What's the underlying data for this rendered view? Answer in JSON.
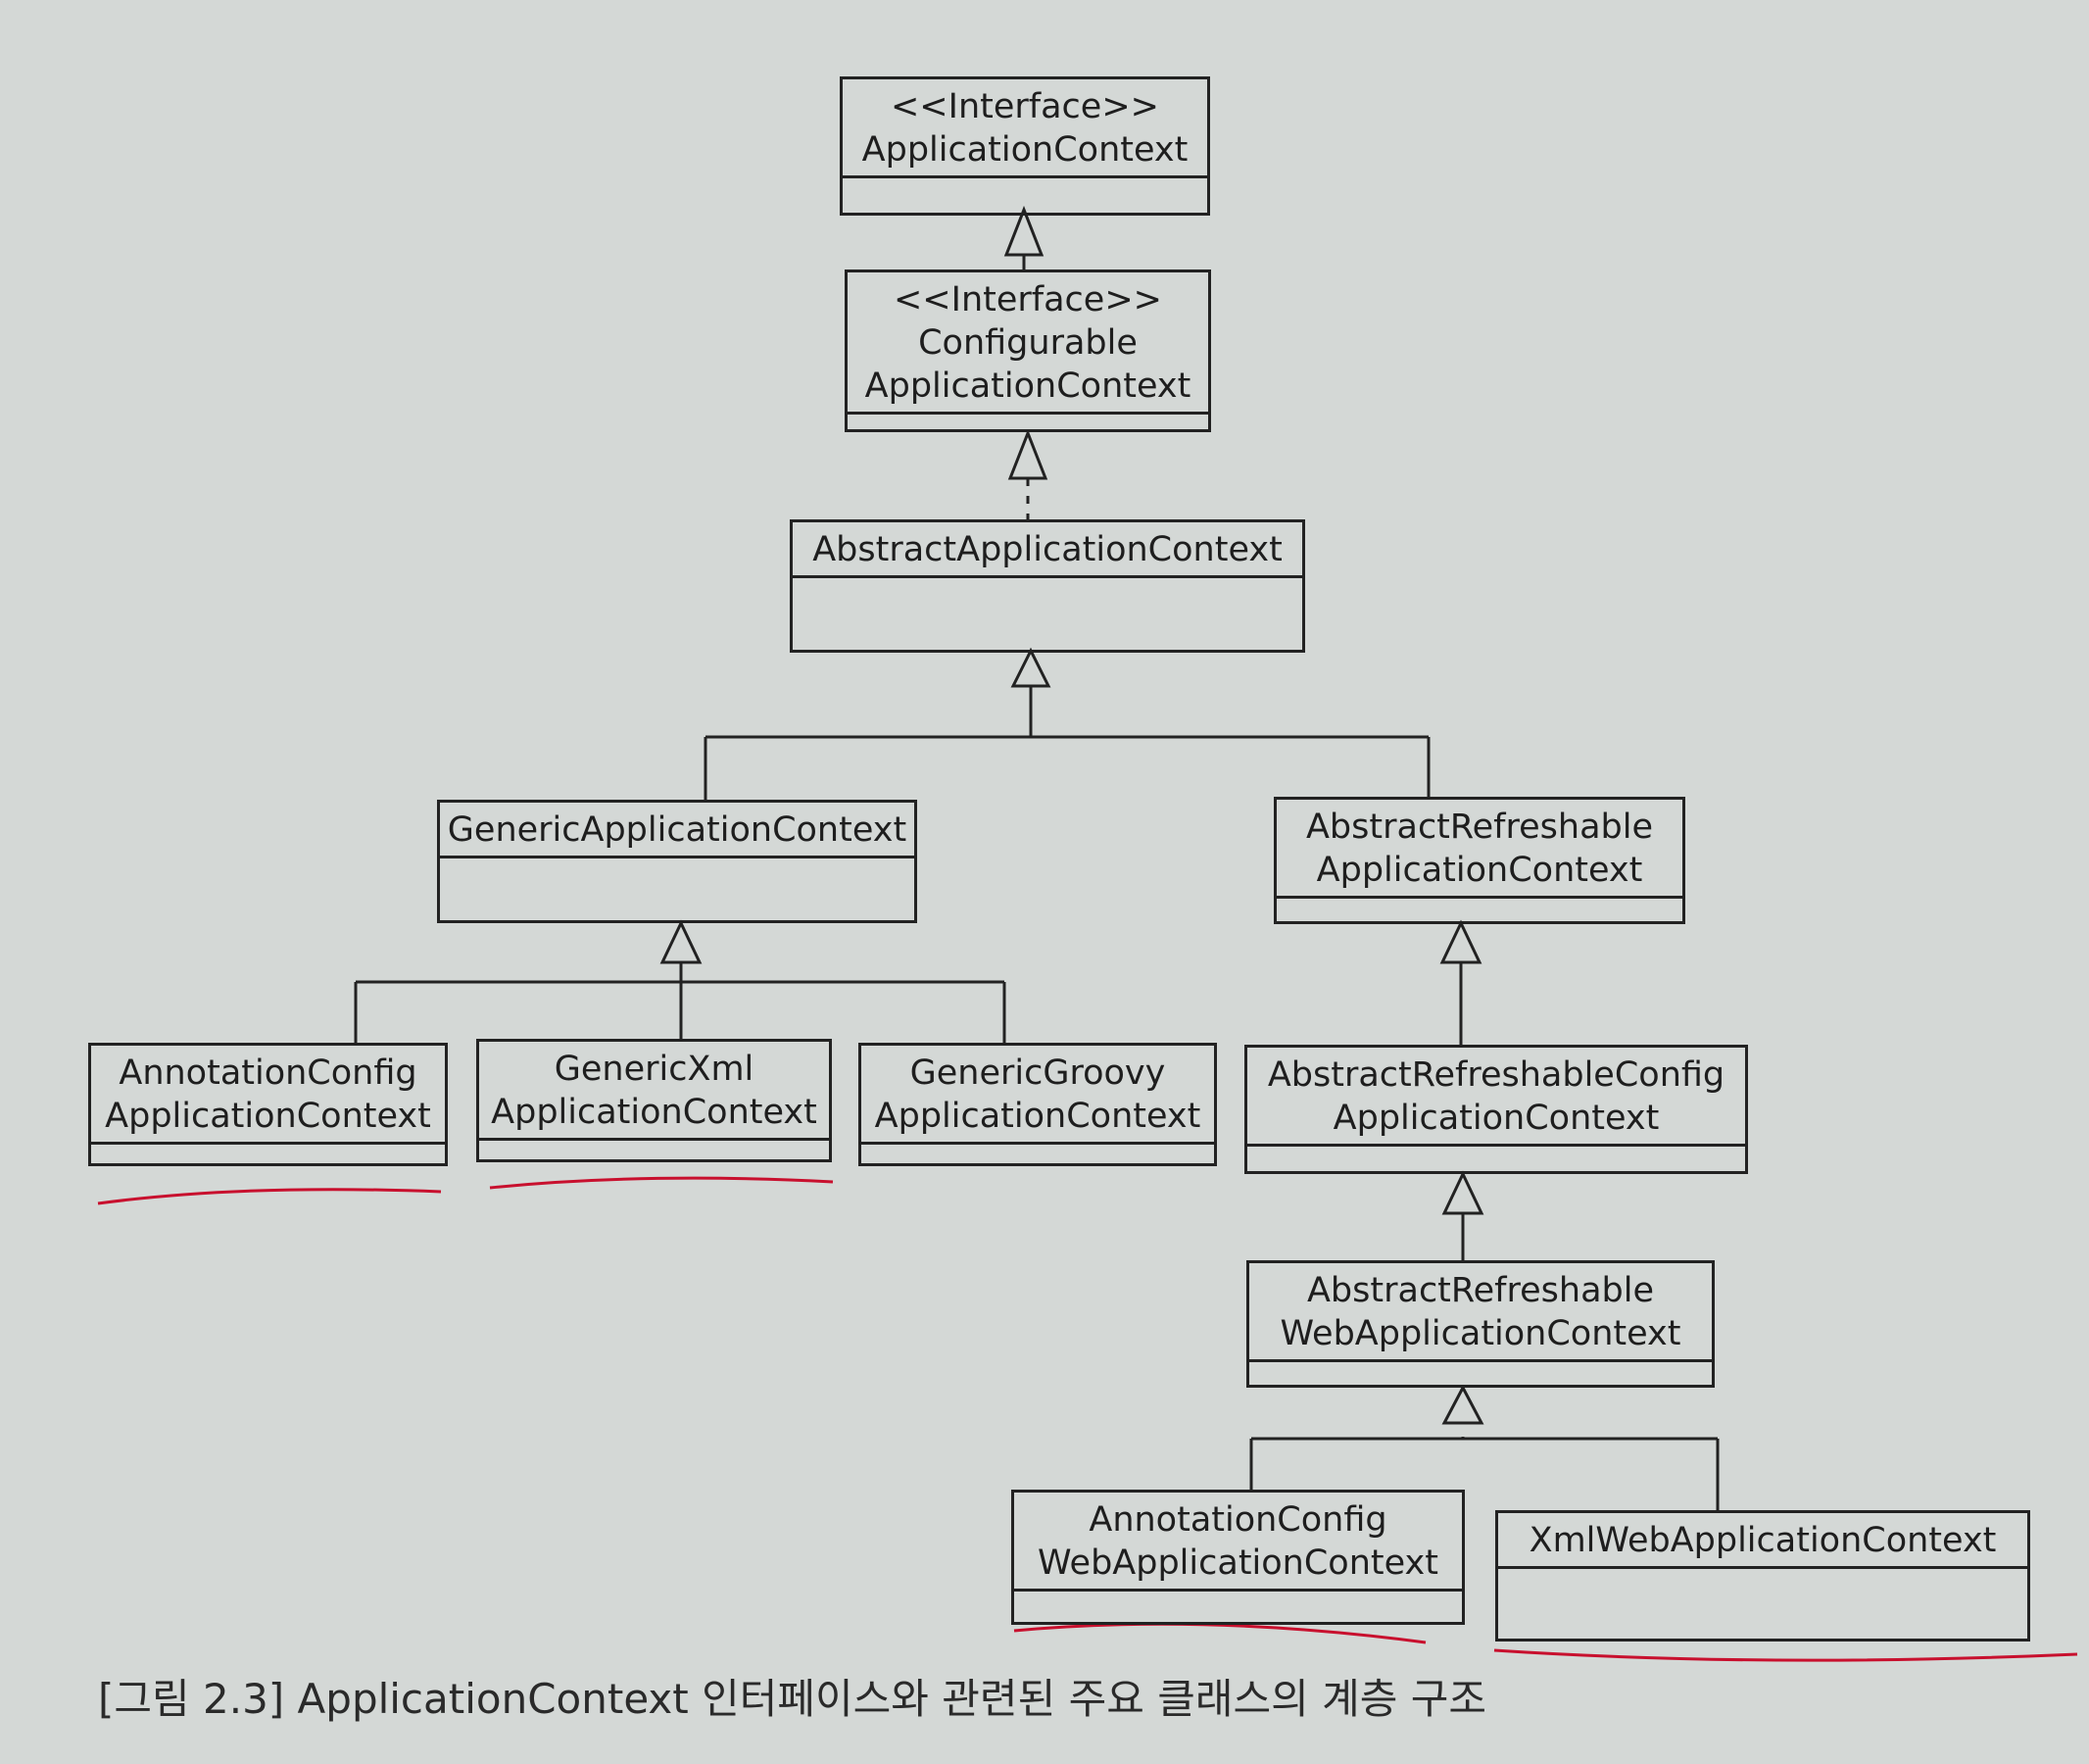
{
  "diagram": {
    "application_context": {
      "stereotype": "<<Interface>>",
      "name": "ApplicationContext"
    },
    "configurable_application_context": {
      "stereotype": "<<Interface>>",
      "name_line1": "Configurable",
      "name_line2": "ApplicationContext"
    },
    "abstract_application_context": {
      "name": "AbstractApplicationContext"
    },
    "generic_application_context": {
      "name": "GenericApplicationContext"
    },
    "abstract_refreshable_application_context": {
      "name_line1": "AbstractRefreshable",
      "name_line2": "ApplicationContext"
    },
    "annotation_config_application_context": {
      "name_line1": "AnnotationConfig",
      "name_line2": "ApplicationContext"
    },
    "generic_xml_application_context": {
      "name_line1": "GenericXml",
      "name_line2": "ApplicationContext"
    },
    "generic_groovy_application_context": {
      "name_line1": "GenericGroovy",
      "name_line2": "ApplicationContext"
    },
    "abstract_refreshable_config_application_context": {
      "name_line1": "AbstractRefreshableConfig",
      "name_line2": "ApplicationContext"
    },
    "abstract_refreshable_web_application_context": {
      "name_line1": "AbstractRefreshable",
      "name_line2": "WebApplicationContext"
    },
    "annotation_config_web_application_context": {
      "name_line1": "AnnotationConfig",
      "name_line2": "WebApplicationContext"
    },
    "xml_web_application_context": {
      "name": "XmlWebApplicationContext"
    }
  },
  "caption": "[그림 2.3] ApplicationContext 인터페이스와 관련된 주요 클래스의 계층 구조",
  "colors": {
    "line": "#222222",
    "underline": "#c8102e",
    "background": "#d4d8d6"
  }
}
